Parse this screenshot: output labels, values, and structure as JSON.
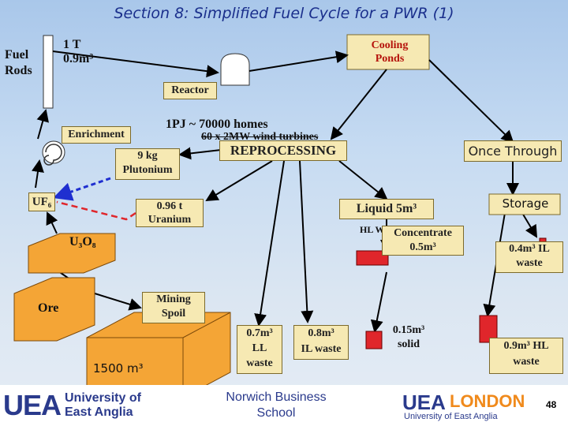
{
  "header": {
    "title": "Section 8: Simplified Fuel Cycle for a PWR (1)"
  },
  "labels": {
    "fuel_rods": "Fuel\nRods",
    "fuel_qty": "1 T\n0.9m³",
    "cooling_ponds": "Cooling\nPonds",
    "reactor": "Reactor",
    "energy": "1PJ ~ 70000 homes",
    "turbines": "60 x 2MW wind turbines",
    "enrichment": "Enrichment",
    "plutonium": "9 kg\nPlutonium",
    "reprocessing": "REPROCESSING",
    "once_through": "Once Through",
    "uf6": "UF₆",
    "liquid": "Liquid 5m³",
    "storage": "Storage",
    "hl_waste_label": "HL Waste",
    "uranium": "0.96 t\nUranium",
    "concentrate": "Concentrate\n0.5m³",
    "u3o8": "U₃O₈",
    "il_waste_storage": "0.4m³ IL\nwaste",
    "ore": "Ore",
    "mining_spoil": "Mining\nSpoil",
    "ll_waste": "0.7m³\nLL\nwaste",
    "il_waste": "0.8m³\nIL waste",
    "solid": "0.15m³\nsolid",
    "hl_waste_once": "0.9m³ HL\nwaste",
    "mining_volume": "1500 m³"
  },
  "footer": {
    "uni_left_line1": "University of",
    "uni_left_line2": "East Anglia",
    "uni_left_mark": "UEA",
    "center": "Norwich Business\nSchool",
    "right_mark": "UEA",
    "right_london": "LONDON",
    "right_sub": "University of East Anglia",
    "page_number": "48"
  },
  "colors": {
    "title": "#1a2f8c",
    "box": "#f6e9b3",
    "orange": "#f4a536",
    "red_box": "#e0262b",
    "arrow_blue": "#1f2fd0",
    "arrow_red": "#e0262b"
  }
}
